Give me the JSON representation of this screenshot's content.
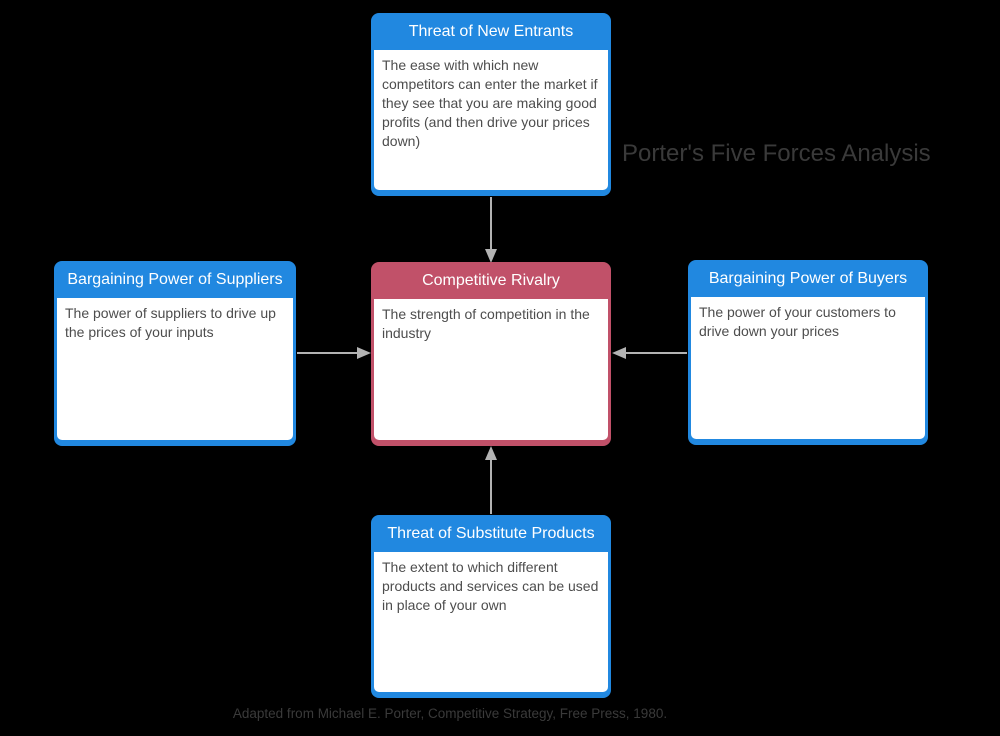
{
  "title": "Porter's Five Forces Analysis",
  "caption": "Adapted from Michael E. Porter, Competitive Strategy, Free Press, 1980.",
  "colors": {
    "background": "#000000",
    "node_accent_blue": "#2188e0",
    "node_accent_rose": "#c15169",
    "node_header_text": "#ffffff",
    "node_body_text": "#4d4d4d",
    "arrow": "#b3b3b3",
    "title_text": "#3a3a3a"
  },
  "boxes": {
    "new_entrants": {
      "title": "Threat of New Entrants",
      "description": "The ease with which new competitors can enter the market if they see that you are making good profits (and then drive your prices down)"
    },
    "suppliers": {
      "title": "Bargaining Power of Suppliers",
      "description": "The power of suppliers to drive up the prices of your inputs"
    },
    "rivalry": {
      "title": "Competitive Rivalry",
      "description": "The strength of competition in the industry"
    },
    "buyers": {
      "title": "Bargaining Power of Buyers",
      "description": "The power of your customers to drive down your prices"
    },
    "substitutes": {
      "title": "Threat of Substitute Products",
      "description": "The extent to which different products and services can be used in place of your own"
    }
  },
  "connections": [
    {
      "from": "Threat of New Entrants",
      "to": "Competitive Rivalry",
      "direction": "down"
    },
    {
      "from": "Bargaining Power of Suppliers",
      "to": "Competitive Rivalry",
      "direction": "right"
    },
    {
      "from": "Bargaining Power of Buyers",
      "to": "Competitive Rivalry",
      "direction": "left"
    },
    {
      "from": "Threat of Substitute Products",
      "to": "Competitive Rivalry",
      "direction": "up"
    }
  ]
}
